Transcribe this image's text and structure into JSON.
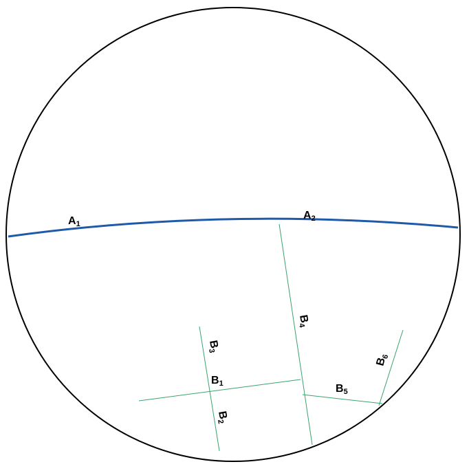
{
  "colors": {
    "background": "#ffffff",
    "circle": "#000000",
    "curve_a": "#1f5aa8",
    "lines_b": "#3aa36f",
    "text": "#000000"
  },
  "labels": {
    "A1": {
      "base": "A",
      "sub": "1"
    },
    "A2": {
      "base": "A",
      "sub": "2"
    },
    "B1": {
      "base": "B",
      "sub": "1"
    },
    "B2": {
      "base": "B",
      "sub": "2"
    },
    "B3": {
      "base": "B",
      "sub": "3"
    },
    "B4": {
      "base": "B",
      "sub": "4"
    },
    "B5": {
      "base": "B",
      "sub": "5"
    },
    "B6": {
      "base": "B",
      "sub": "6"
    }
  }
}
